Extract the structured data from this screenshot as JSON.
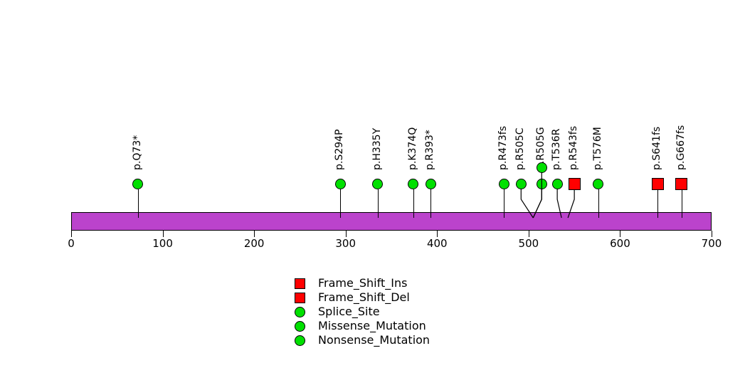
{
  "chart_data": {
    "type": "lollipop",
    "title": "",
    "xlabel": "",
    "ylabel": "",
    "xlim": [
      0,
      700
    ],
    "grid": false,
    "protein_length": 700,
    "backbone_color": "#bb43cc",
    "axis_ticks": [
      0,
      100,
      200,
      300,
      400,
      500,
      600,
      700
    ],
    "axis_tick_labels": [
      "0",
      "100",
      "200",
      "300",
      "400",
      "500",
      "600",
      "700"
    ],
    "mutations": [
      {
        "label": "p.Q73*",
        "position": 73,
        "shape": "circle",
        "color": "#00e000",
        "stack": 0,
        "offset": 0
      },
      {
        "label": "p.S294P",
        "position": 294,
        "shape": "circle",
        "color": "#00e000",
        "stack": 0,
        "offset": 0
      },
      {
        "label": "p.H335Y",
        "position": 335,
        "shape": "circle",
        "color": "#00e000",
        "stack": 0,
        "offset": 0
      },
      {
        "label": "p.K374Q",
        "position": 374,
        "shape": "circle",
        "color": "#00e000",
        "stack": 0,
        "offset": 0
      },
      {
        "label": "p.R393*",
        "position": 393,
        "shape": "circle",
        "color": "#00e000",
        "stack": 0,
        "offset": 0
      },
      {
        "label": "p.R473fs",
        "position": 473,
        "shape": "circle",
        "color": "#00e000",
        "stack": 0,
        "offset": 0
      },
      {
        "label": "p.R505C",
        "position": 505,
        "shape": "circle",
        "color": "#00e000",
        "stack": 0,
        "offset": -17
      },
      {
        "label": "p.R505G",
        "position": 505,
        "shape": "circle",
        "color": "#00e000",
        "stack": 0,
        "offset": 12
      },
      {
        "label": "p.R505G",
        "position": 505,
        "shape": "circle",
        "color": "#00e000",
        "stack": 1,
        "offset": 12
      },
      {
        "label": "p.T536R",
        "position": 536,
        "shape": "circle",
        "color": "#00e000",
        "stack": 0,
        "offset": -6
      },
      {
        "label": "p.R543fs",
        "position": 543,
        "shape": "square",
        "color": "#ff0000",
        "stack": 0,
        "offset": 9
      },
      {
        "label": "p.T576M",
        "position": 576,
        "shape": "circle",
        "color": "#00e000",
        "stack": 0,
        "offset": 0
      },
      {
        "label": "p.S641fs",
        "position": 641,
        "shape": "square",
        "color": "#ff0000",
        "stack": 0,
        "offset": 0
      },
      {
        "label": "p.G667fs",
        "position": 667,
        "shape": "square",
        "color": "#ff0000",
        "stack": 0,
        "offset": 0
      }
    ],
    "legend_position": "bottom-center",
    "legend": [
      {
        "label": "Frame_Shift_Ins",
        "shape": "square",
        "color": "#ff0000"
      },
      {
        "label": "Frame_Shift_Del",
        "shape": "square",
        "color": "#ff0000"
      },
      {
        "label": "Splice_Site",
        "shape": "circle",
        "color": "#00e000"
      },
      {
        "label": "Missense_Mutation",
        "shape": "circle",
        "color": "#00e000"
      },
      {
        "label": "Nonsense_Mutation",
        "shape": "circle",
        "color": "#00e000"
      }
    ]
  }
}
